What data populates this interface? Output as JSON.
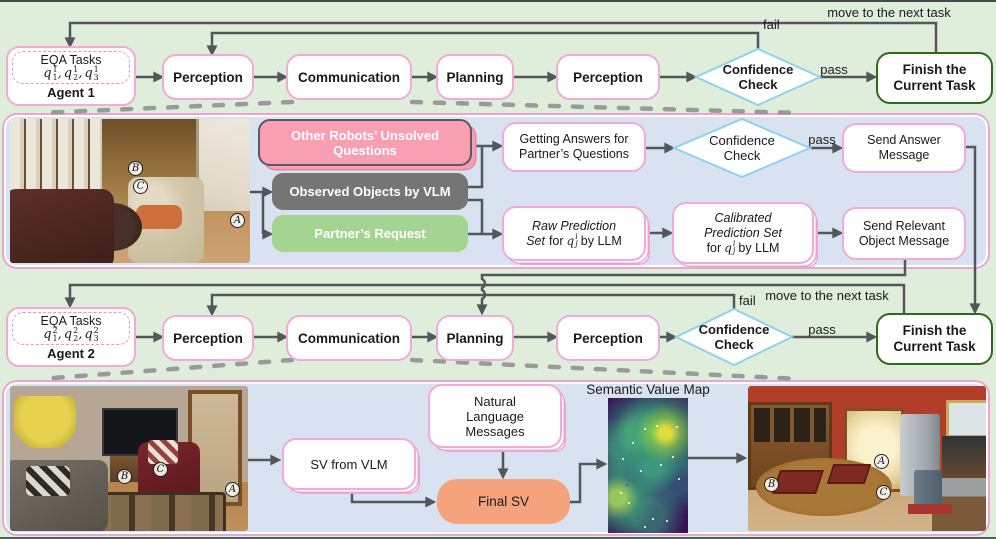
{
  "colors": {
    "background_green": "#dfeeda",
    "section_blue": "#d9e2f1",
    "border_pink": "#efa3d3",
    "arrow_gray": "#53575a",
    "diamond_blue": "#8ed2ec",
    "finish_green": "#2f6a1c",
    "other_robots_pink": "#f89fb3",
    "observed_gray": "#757575",
    "partner_green": "#a5d392",
    "final_sv_orange": "#f5a37d"
  },
  "agent1": {
    "eqa": {
      "title": "EQA Tasks",
      "sep": ", ",
      "tasks": [
        {
          "base": "q",
          "sup": "1",
          "sub": "1"
        },
        {
          "base": "q",
          "sup": "1",
          "sub": "2"
        },
        {
          "base": "q",
          "sup": "1",
          "sub": "3"
        }
      ],
      "agent": "Agent 1"
    },
    "perception1": "Perception",
    "communication": "Communication",
    "planning": "Planning",
    "perception2": "Perception",
    "confidence": "Confidence Check",
    "pass": "pass",
    "fail": "fail",
    "move_next": "move to the next task",
    "finish": "Finish the Current Task"
  },
  "agent2": {
    "eqa": {
      "title": "EQA Tasks",
      "sep": ", ",
      "tasks": [
        {
          "base": "q",
          "sup": "2",
          "sub": "1"
        },
        {
          "base": "q",
          "sup": "2",
          "sub": "2"
        },
        {
          "base": "q",
          "sup": "2",
          "sub": "3"
        }
      ],
      "agent": "Agent 2"
    },
    "perception1": "Perception",
    "communication": "Communication",
    "planning": "Planning",
    "perception2": "Perception",
    "confidence": "Confidence Check",
    "pass": "pass",
    "fail": "fail",
    "move_next": "move to the next task",
    "finish": "Finish the Current Task"
  },
  "comm_module": {
    "scene_labels": {
      "a": "A",
      "b": "B",
      "c": "C"
    },
    "other_robots": "Other Robots’ Unsolved Questions",
    "observed": "Observed Objects by VLM",
    "partner": "Partner’s Request",
    "getting_answers": "Getting Answers for Partner’s Questions",
    "confidence": "Confidence Check",
    "pass": "pass",
    "send_answer": "Send Answer Message",
    "raw": {
      "line1": "Raw Prediction",
      "set_italic": "Set",
      "mid": "for",
      "q": {
        "base": "q",
        "sup": "i",
        "sub": "j"
      },
      "post": "by LLM"
    },
    "calibrated": {
      "line1": "Calibrated",
      "line2": "Prediction Set",
      "mid": "for",
      "q": {
        "base": "q",
        "sup": "i",
        "sub": "j"
      },
      "post": "by LLM"
    },
    "send_object": "Send Relevant Object Message"
  },
  "planner_module": {
    "scene_labels": {
      "a": "A",
      "b": "B",
      "c": "C"
    },
    "sv_from_vlm": "SV from VLM",
    "nl_messages": "Natural Language Messages",
    "final_sv": "Final SV",
    "svm_title": "Semantic Value Map",
    "scene2_labels": {
      "a": "A",
      "b": "B",
      "c": "C"
    }
  }
}
